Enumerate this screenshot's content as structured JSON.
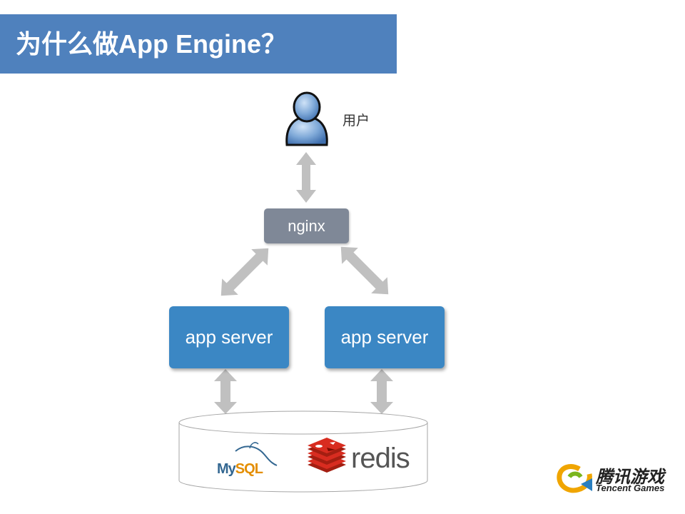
{
  "slide": {
    "title": "为什么做App Engine？"
  },
  "diagram": {
    "user_label": "用户",
    "user_icon": "user-person-icon",
    "nginx_label": "nginx",
    "app_servers": [
      "app server",
      "app server"
    ],
    "storage": {
      "mysql_prefix": "My",
      "mysql_suffix": "SQL",
      "redis_label": "redis"
    },
    "colors": {
      "title_bar": "#4f81bd",
      "nginx_box": "#7f8897",
      "app_box": "#3b87c4",
      "arrow": "#c0c0c0",
      "redis_red": "#d82c20",
      "mysql_blue": "#336791",
      "mysql_orange": "#e48e00"
    }
  },
  "brand": {
    "name_zh": "腾讯游戏",
    "name_en": "Tencent Games"
  }
}
